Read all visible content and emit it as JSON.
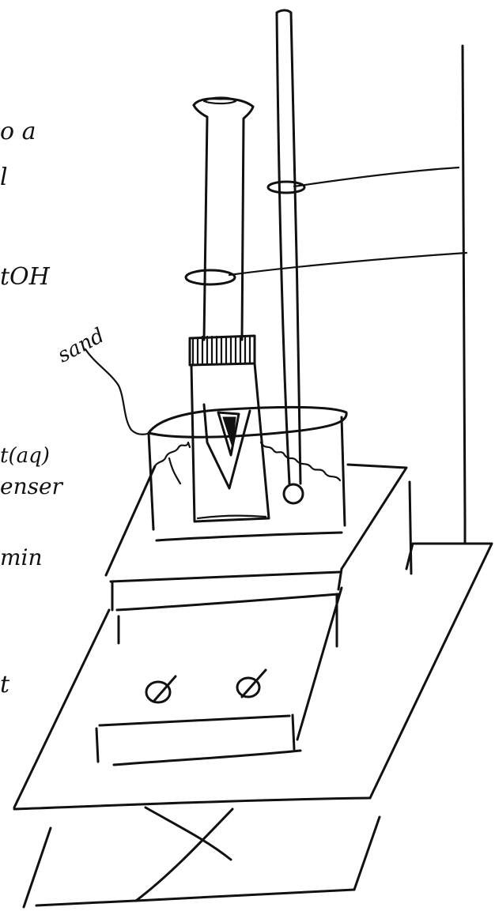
{
  "labels": {
    "sand": "sand",
    "left_fragments": [
      "o a",
      "l",
      "tOH",
      "t(aq)",
      "enser",
      "min",
      "t"
    ]
  },
  "colors": {
    "ink": "#111111",
    "paper": "#ffffff"
  }
}
